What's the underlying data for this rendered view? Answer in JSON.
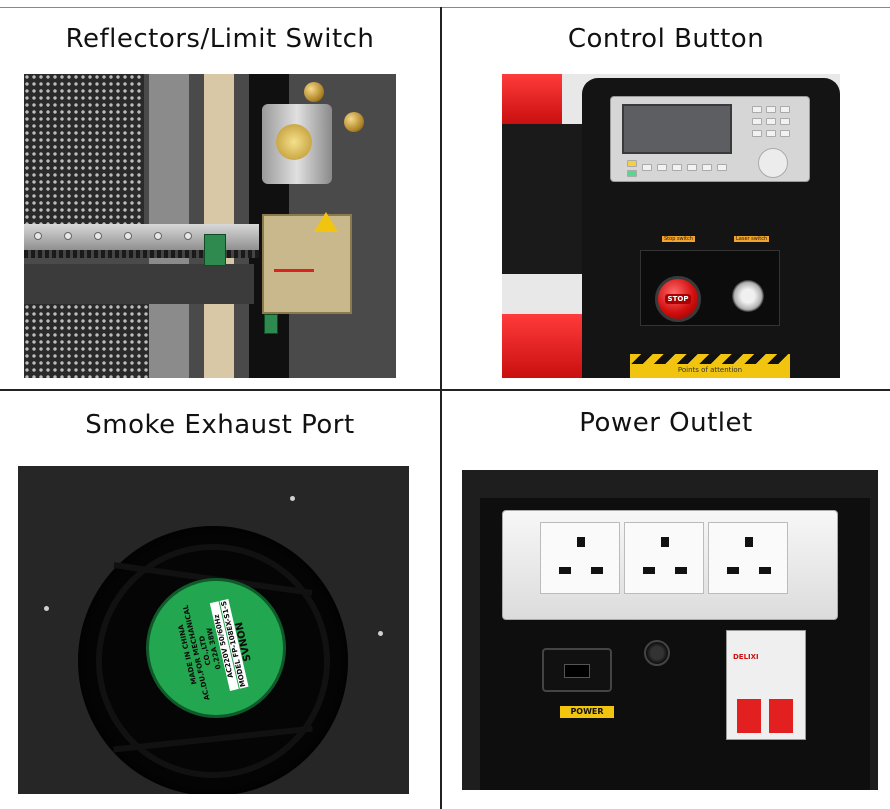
{
  "panels": [
    {
      "title": "Reflectors/Limit Switch"
    },
    {
      "title": "Control Button",
      "labels": {
        "stop_switch": "Stop switch",
        "laser_switch": "Laser switch",
        "stop_button": "STOP",
        "attention": "Points of attention"
      }
    },
    {
      "title": "Smoke Exhaust Port",
      "fan_label": {
        "brand": "SVNON",
        "model": "MODEL FP-108EX-S1-S",
        "rating1": "AC220V 50/60Hz",
        "rating2": "0.22A 38W",
        "maker": "AC.DU.FOR MECHANICAL CO.,LTD",
        "origin": "MADE IN CHINA"
      }
    },
    {
      "title": "Power Outlet",
      "labels": {
        "power": "POWER",
        "breaker_brand": "DELIXI"
      }
    }
  ],
  "colors": {
    "divider": "#222222",
    "accent_red": "#d20f0f",
    "hazard_yellow": "#f1c40f",
    "fan_green": "#22a750"
  }
}
